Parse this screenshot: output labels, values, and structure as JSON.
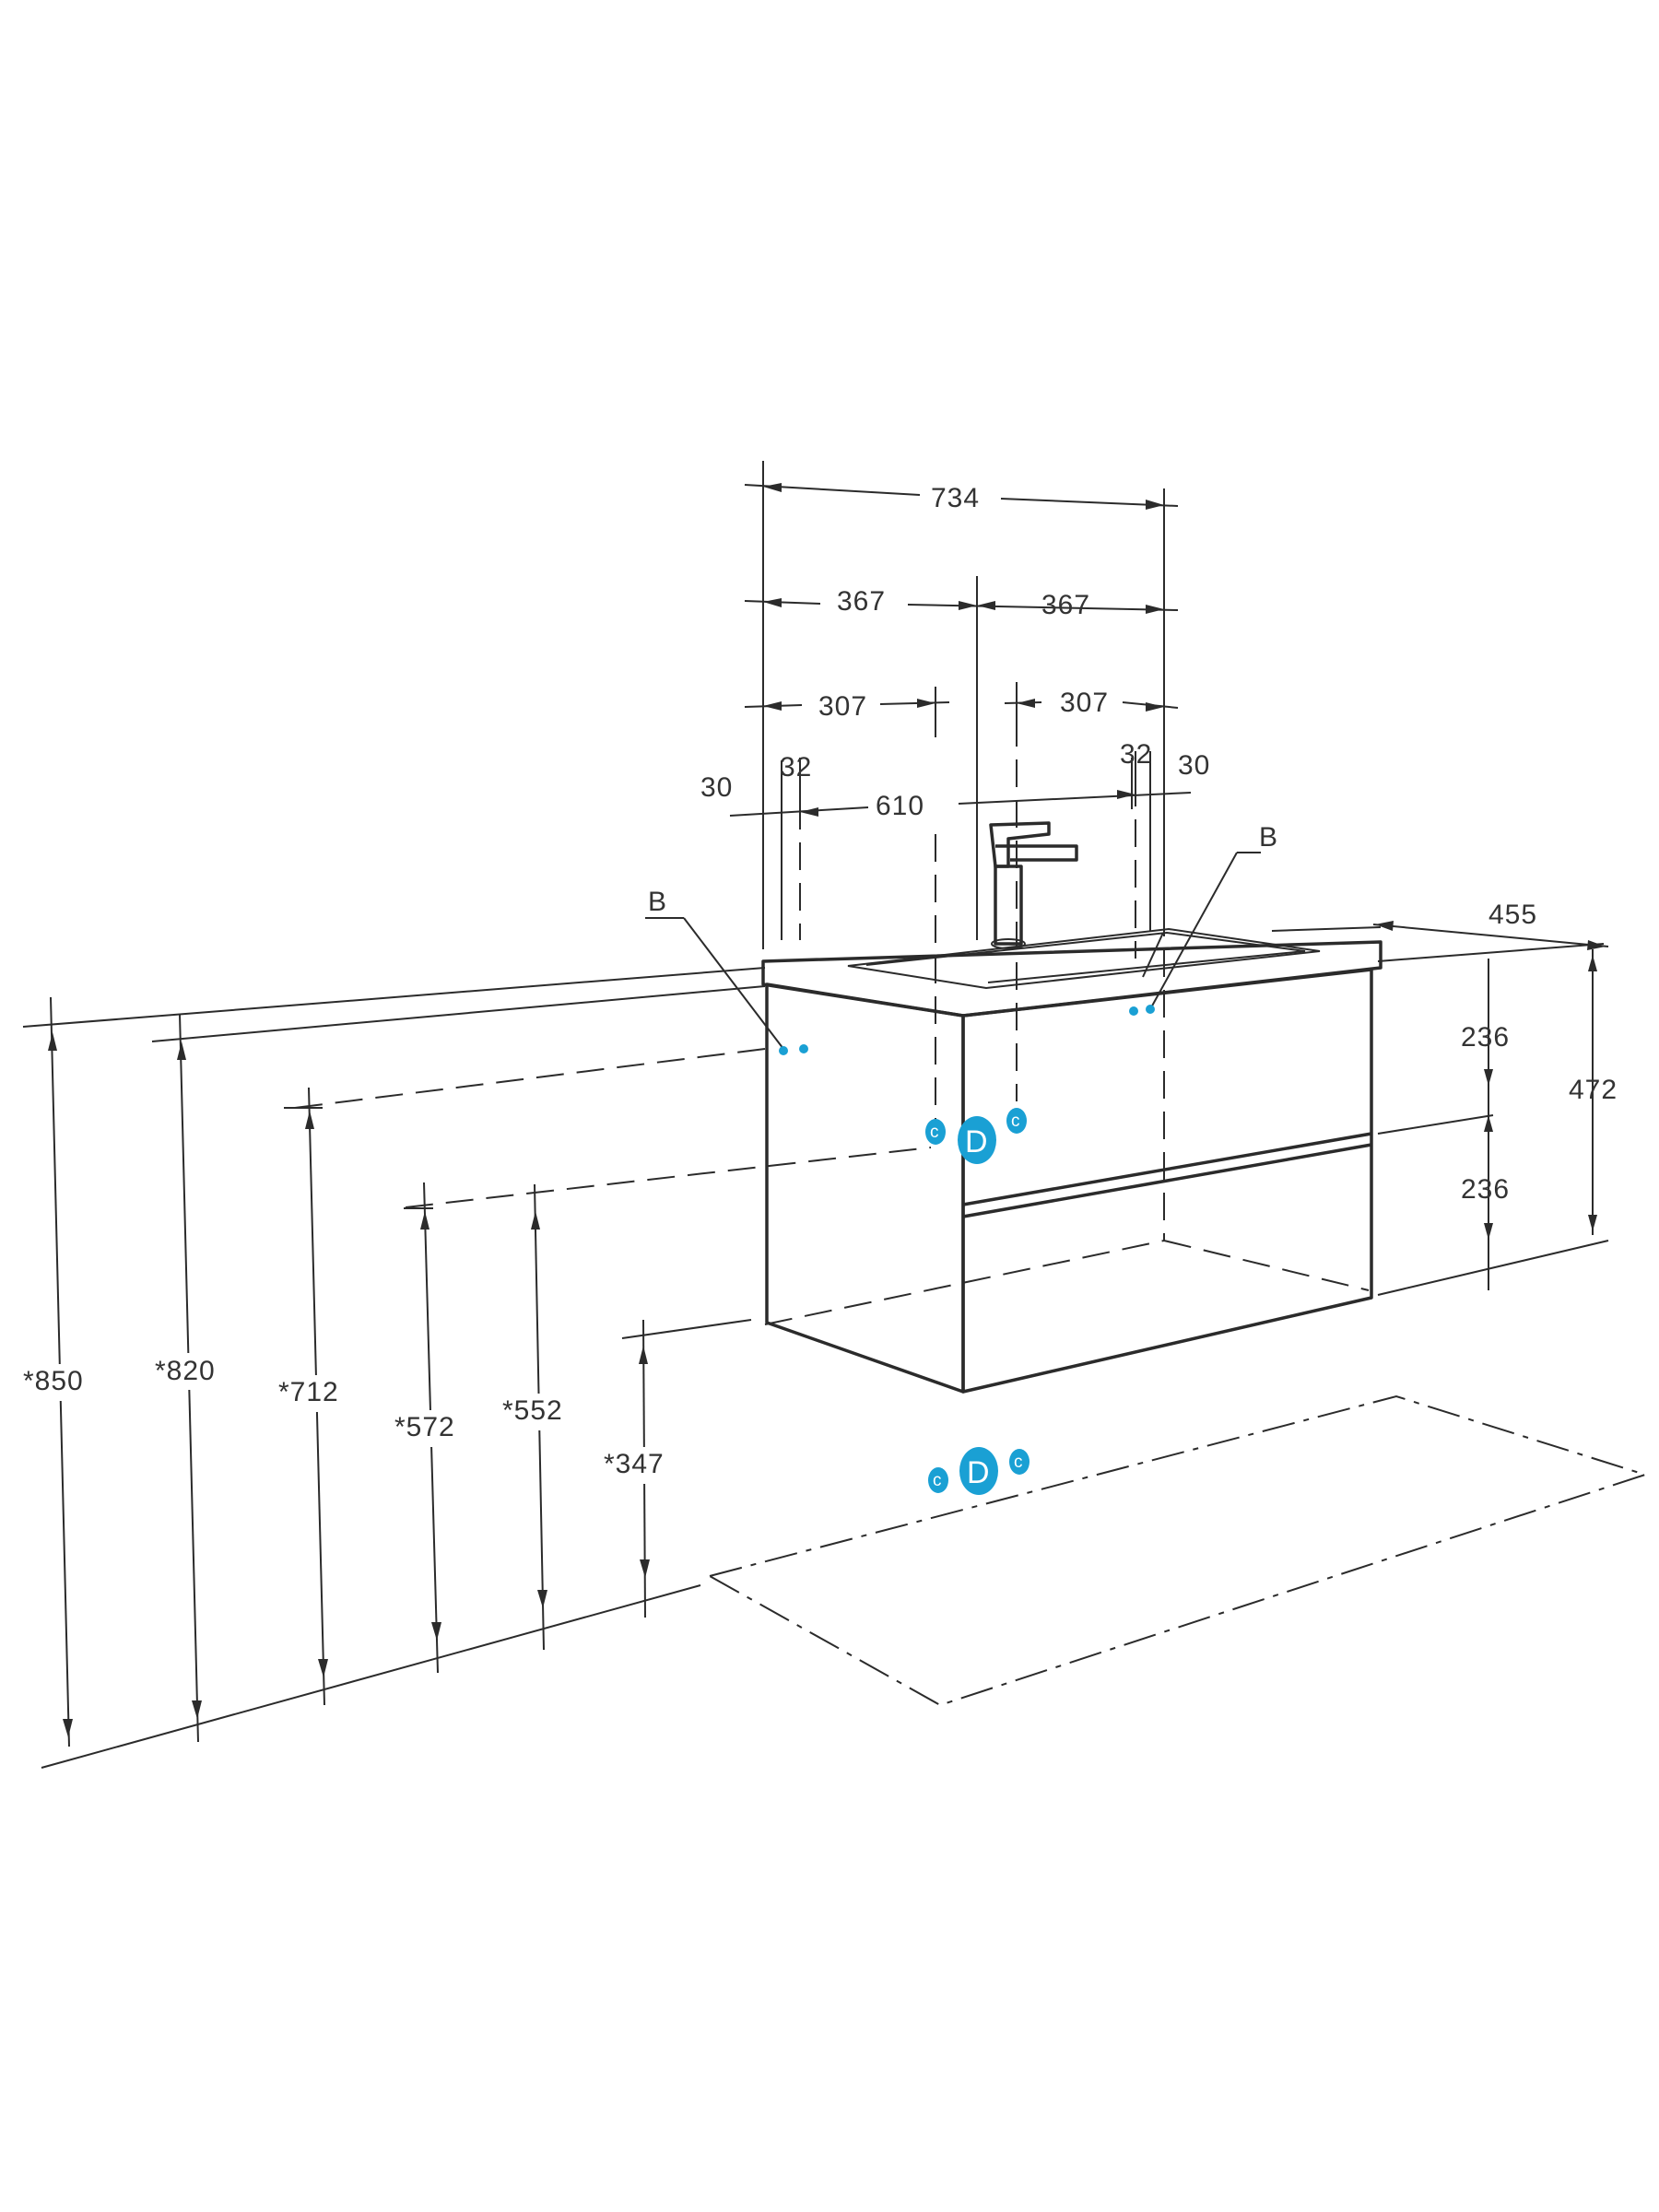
{
  "colors": {
    "line": "#2b2b2b",
    "connection": "#1aa0d4",
    "background": "#ffffff"
  },
  "top_dimensions": {
    "overall_width": "734",
    "half_left": "367",
    "half_right": "367",
    "offset_left": "307",
    "offset_right": "307",
    "edge_left": "30",
    "edge_right": "30",
    "hole_left": "32",
    "hole_right": "32",
    "inner_width": "610"
  },
  "side_dimensions": {
    "depth": "455",
    "drawer_top": "236",
    "drawer_bottom": "236",
    "body_height": "472"
  },
  "height_dimensions": [
    "*850",
    "*820",
    "*712",
    "*572",
    "*552",
    "*347"
  ],
  "markers": {
    "b_left": "B",
    "b_right": "B",
    "c": "c",
    "d": "D"
  }
}
